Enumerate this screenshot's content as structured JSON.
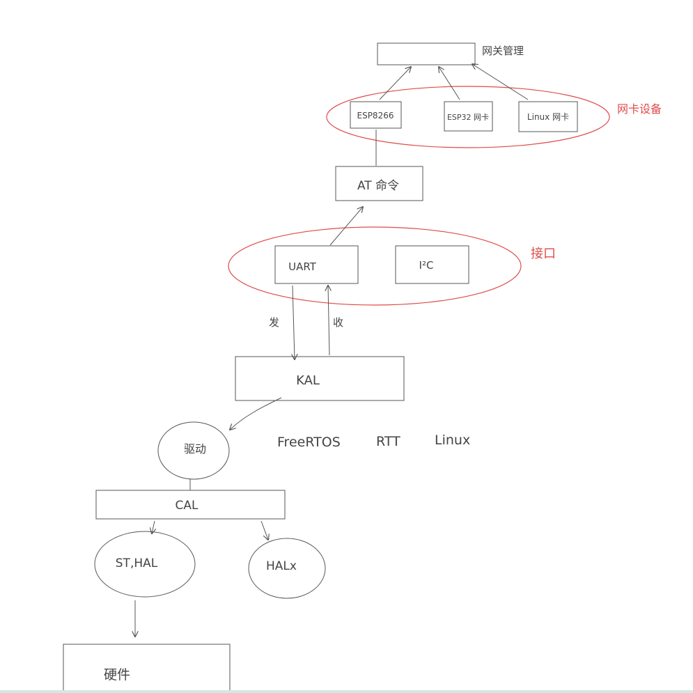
{
  "nodes": {
    "gateway_manager": {
      "label": "",
      "annotation": "网关管理"
    },
    "esp8266": {
      "label": "ESP8266"
    },
    "esp32": {
      "label": "ESP32 网卡"
    },
    "linux_nic": {
      "label": "Linux 网卡"
    },
    "at_cmd": {
      "label": "AT 命令"
    },
    "uart": {
      "label": "UART"
    },
    "i2c": {
      "label": "I²C"
    },
    "kal": {
      "label": "KAL"
    },
    "driver": {
      "label": "驱动"
    },
    "cal": {
      "label": "CAL"
    },
    "st_hal": {
      "label": "ST,HAL"
    },
    "hal_x": {
      "label": "HALx"
    },
    "hardware": {
      "label": "硬件"
    }
  },
  "group_labels": {
    "network_devices": "网卡设备",
    "interfaces": "接口"
  },
  "edge_labels": {
    "send": "发",
    "receive": "收"
  },
  "os_list": [
    "FreeRTOS",
    "RTT",
    "Linux"
  ],
  "colors": {
    "ink": "#555555",
    "highlight": "#e04a4a"
  }
}
